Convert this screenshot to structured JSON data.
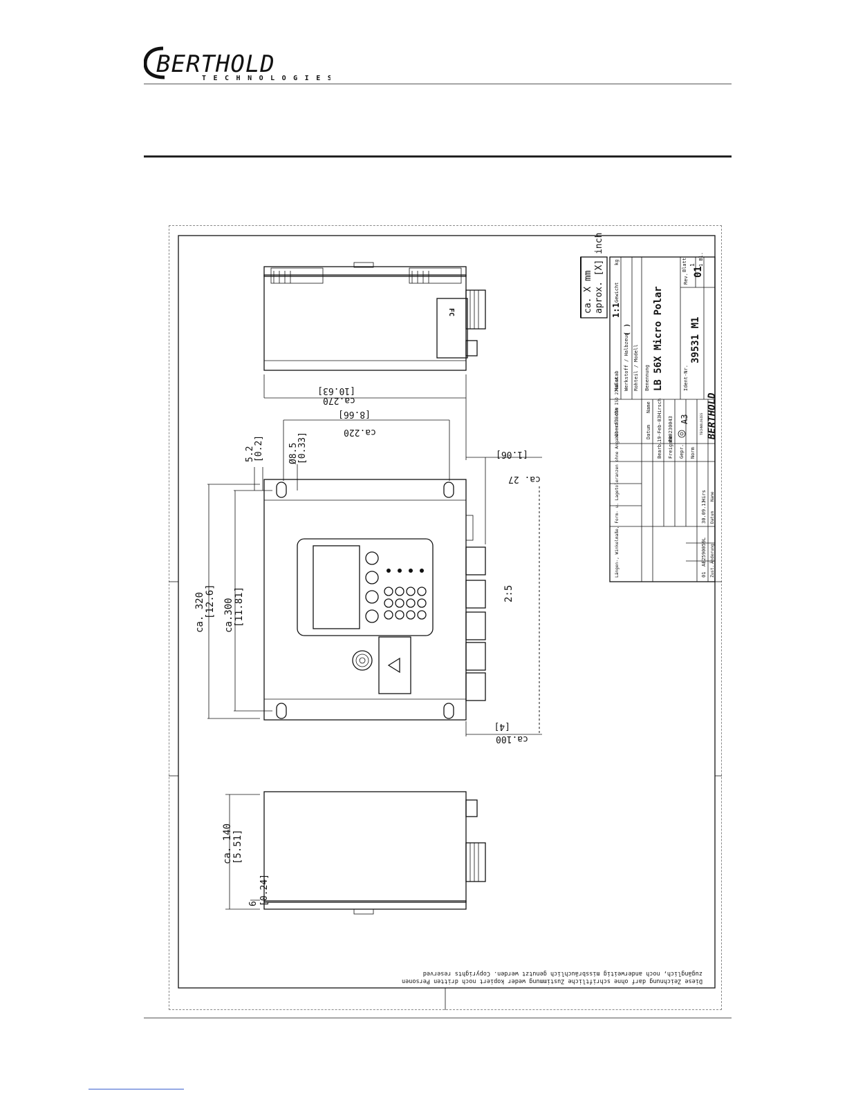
{
  "header": {
    "brand": "BERTHOLD",
    "brand_sub": "TECHNOLOGIES"
  },
  "drawing": {
    "units_line1": "ca. X mm",
    "units_line2": "aprox. [X] inch",
    "side_view_top": {
      "width_mm": "ca.270",
      "width_in": "[10.63]",
      "hole_spacing_mm": "ca.220",
      "hole_spacing_in": "[8.66]",
      "slot_mm": "5.2",
      "slot_in": "[0.2]",
      "hole_dia_mm": "Ø8.5",
      "hole_dia_in": "[0.33]"
    },
    "front_view": {
      "height_mm": "ca. 320",
      "height_in": "[12.6]",
      "hole_height_mm": "ca.300",
      "hole_height_in": "[11.81]",
      "gland_mm": "ca. 27",
      "gland_in": "[1.06]",
      "clearance_mm": "ca.100",
      "clearance_in": "[4]",
      "scale_note": "2:5"
    },
    "side_view_bottom": {
      "depth_mm": "ca. 140",
      "depth_in": "[5.51]",
      "plate_mm": "6",
      "plate_in": "[0.24]"
    },
    "copyright_line1": "Diese Zeichnung darf ohne schriftliche Zustimmung weder kopiert noch dritten Personen",
    "copyright_line2": "zugänglich, noch anderweitig missbräuchlich genutzt werden. Copyrights reserved",
    "title_block": {
      "tolerance_text": "Längen-, Winkelmaße, Form- u. Lagetoleranzen ohne Angabe: nach DIN ISO 2768-mK",
      "scale_label": "Maßstab",
      "scale": "1:1",
      "weight_label": "Gewicht",
      "weight_unit": "kg",
      "material_label": "Werkstoff / Halbzeug",
      "material_value": "( )",
      "semi_label": "Rohteil / Modell",
      "designation_label": "Benennung",
      "designation": "LB 56X Micro Polar",
      "drawing_no_label": "Ident-Nr.",
      "drawing_no": "39531 M1",
      "rev_label": "Rev.",
      "revision": "01",
      "sheet_label": "Blatt",
      "sheet": "1",
      "sheets": "1 Bl.",
      "format": "A3",
      "date_label": "Datum",
      "name_label": "Name",
      "drawn_label": "Bearb.",
      "drawn_date": "19-Feb-03",
      "drawn_name": "Hirsch",
      "release_label": "Freigabe",
      "release_no": "FB0230043",
      "checked_label": "Gepr.",
      "norm_label": "Norm",
      "surface_label": "Oberfläche",
      "rev_row_index": "01",
      "rev_row_change": "AE2590059L",
      "rev_row_date": "30.09.13",
      "rev_row_name": "Hirs",
      "rev_col_zust": "Zust.",
      "rev_col_change": "Änderung",
      "rev_col_date": "Datum",
      "rev_col_name": "Name",
      "tb_brand": "BERTHOLD",
      "tb_brand_sub": "TECHNOLOGIES"
    }
  }
}
